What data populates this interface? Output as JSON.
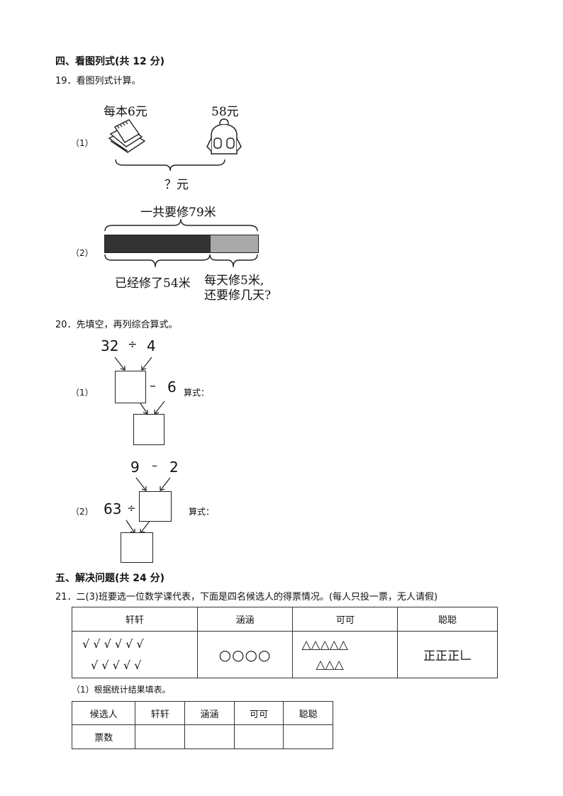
{
  "section4": {
    "heading": "四、看图列式(共 12 分)",
    "q19": {
      "stem": "19．看图列式计算。",
      "part1": {
        "label": "（1）",
        "left_caption": "每本6元",
        "right_caption": "58元",
        "question": "？元",
        "icons": [
          "notebook-stack-icon",
          "backpack-icon"
        ]
      },
      "part2": {
        "label": "（2）",
        "total": "一共要修79米",
        "done": "已经修了54米",
        "rest_line1": "每天修5米,",
        "rest_line2": "还要修几天?",
        "done_fraction": 0.69,
        "colors": {
          "done": "#333333",
          "rest": "#a9a9a9"
        }
      }
    },
    "q20": {
      "stem": "20．先填空，再列综合算式。",
      "part1": {
        "label": "（1）",
        "a": "32",
        "op1": "÷",
        "b": "4",
        "op2": "–",
        "c": "6",
        "formula_label": "算式："
      },
      "part2": {
        "label": "（2）",
        "a": "9",
        "op1": "–",
        "b": "2",
        "c": "63",
        "op2": "÷",
        "formula_label": "算式："
      }
    }
  },
  "section5": {
    "heading": "五、解决问题(共 24 分)",
    "q21": {
      "stem": "21．二(3)班要选一位数学课代表，下面是四名候选人的得票情况。(每人只投一票，无人请假)",
      "tally_table": {
        "headers": [
          "轩轩",
          "涵涵",
          "可可",
          "聪聪"
        ],
        "row1": [
          "√ √ √ √ √ √",
          "○○○○",
          "△△△△△",
          "正正正𠃊"
        ],
        "row2": [
          "√ √ √ √ √",
          "",
          "△△△",
          ""
        ]
      },
      "sub1": {
        "text": "（1）根据统计结果填表。",
        "headers": [
          "候选人",
          "轩轩",
          "涵涵",
          "可可",
          "聪聪"
        ],
        "row": [
          "票数",
          "",
          "",
          "",
          ""
        ]
      }
    }
  }
}
